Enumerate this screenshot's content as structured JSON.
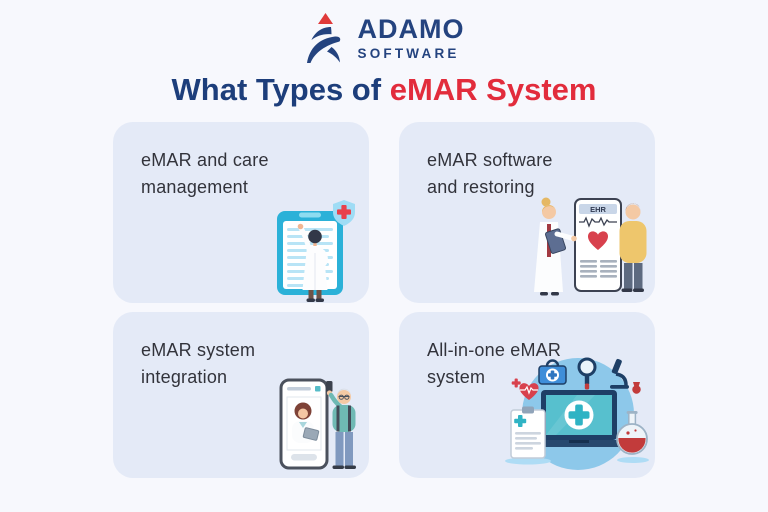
{
  "page": {
    "background_color": "#f7f8fd"
  },
  "logo": {
    "name": "ADAMO",
    "tagline": "SOFTWARE",
    "color": "#24437f",
    "accent_color": "#e03a3a"
  },
  "title": {
    "prefix": "What Types of",
    "highlight": "eMAR System",
    "prefix_color": "#1d3e7b",
    "highlight_color": "#e22c3c"
  },
  "card_style": {
    "background_color": "#e4eaf7"
  },
  "cards": [
    {
      "label": "eMAR and care\nmanagement",
      "illustration": "doctor-reviewing-medical-chart"
    },
    {
      "label": "eMAR software\nand restoring",
      "illustration": "doctor-patient-ehr-app",
      "phone_label": "EHR"
    },
    {
      "label": "eMAR system\nintegration",
      "illustration": "elderly-patient-telehealth-phone"
    },
    {
      "label": "All-in-one eMAR\nsystem",
      "illustration": "medical-laptop-lab-equipment"
    }
  ]
}
